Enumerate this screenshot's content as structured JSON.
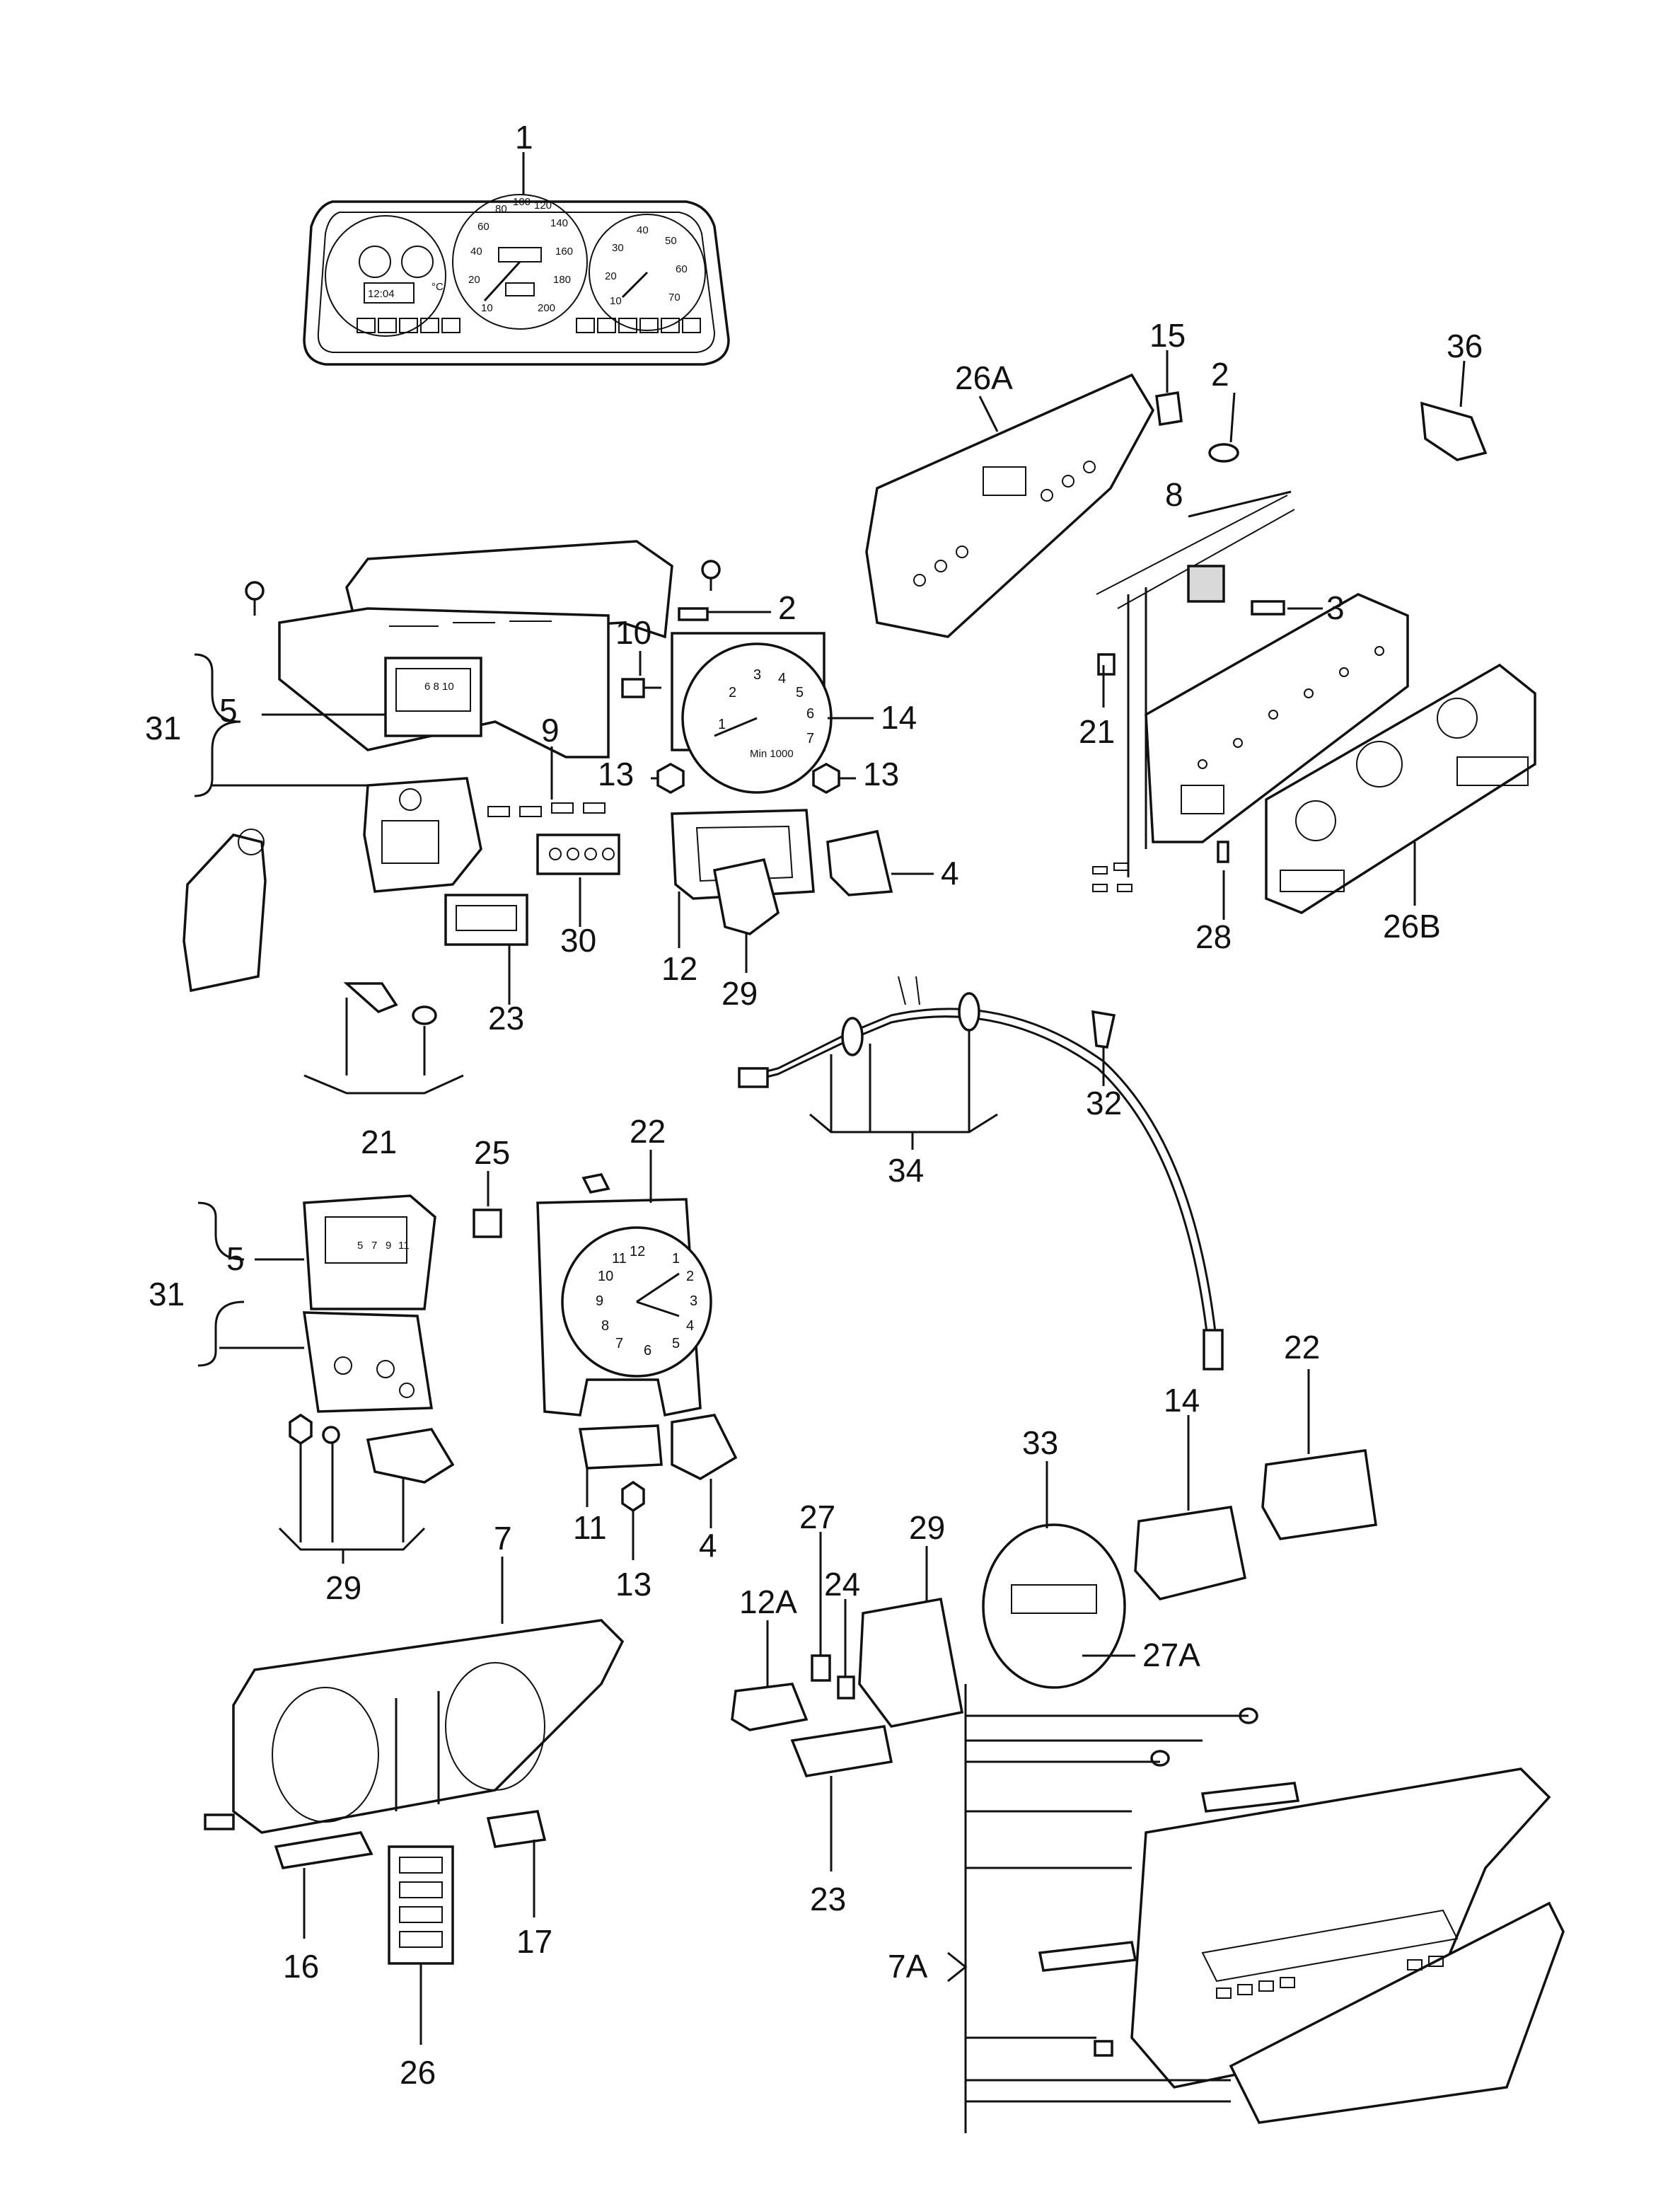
{
  "diagram": {
    "callouts": {
      "c1": "1",
      "c2a": "2",
      "c2b": "2",
      "c3": "3",
      "c4a": "4",
      "c4b": "4",
      "c5a": "5",
      "c5b": "5",
      "c7": "7",
      "c7a": "7A",
      "c8": "8",
      "c9": "9",
      "c10": "10",
      "c11": "11",
      "c12": "12",
      "c12a": "12A",
      "c13a": "13",
      "c13b": "13",
      "c13c": "13",
      "c14a": "14",
      "c14b": "14",
      "c15": "15",
      "c16": "16",
      "c17": "17",
      "c21a": "21",
      "c21b": "21",
      "c22a": "22",
      "c22b": "22",
      "c23a": "23",
      "c23b": "23",
      "c24": "24",
      "c25": "25",
      "c26": "26",
      "c26a": "26A",
      "c26b": "26B",
      "c27": "27",
      "c27a": "27A",
      "c28": "28",
      "c29a": "29",
      "c29b": "29",
      "c29c": "29",
      "c30": "30",
      "c31a": "31",
      "c31b": "31",
      "c32": "32",
      "c33": "33",
      "c34": "34",
      "c36": "36"
    },
    "cluster_display": {
      "clock": "12:04",
      "temp_unit": "°C",
      "speedo_ticks": [
        "10",
        "20",
        "40",
        "60",
        "80",
        "100",
        "120",
        "140",
        "160",
        "180",
        "200"
      ],
      "tacho_ticks": [
        "10",
        "20",
        "30",
        "40",
        "50",
        "60",
        "70"
      ]
    },
    "tacho_dial": {
      "numbers": [
        "1",
        "2",
        "3",
        "4",
        "5",
        "6",
        "7"
      ],
      "unit": "Min 1000"
    },
    "clock_dial": {
      "numbers": [
        "12",
        "1",
        "2",
        "3",
        "4",
        "5",
        "6",
        "7",
        "8",
        "9",
        "10",
        "11"
      ]
    },
    "gauge_dial": {
      "numbers": [
        "5",
        "7",
        "9",
        "11"
      ]
    }
  }
}
